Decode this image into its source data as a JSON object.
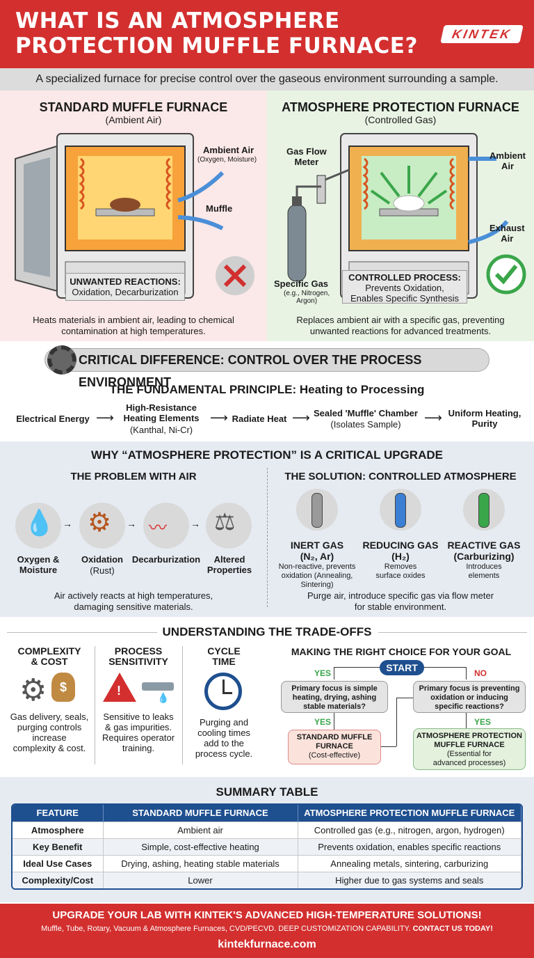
{
  "header": {
    "title_line1": "WHAT IS AN ATMOSPHERE",
    "title_line2": "PROTECTION MUFFLE FURNACE?",
    "logo": "KINTEK"
  },
  "subtitle": "A specialized furnace for precise control over the gaseous environment surrounding a sample.",
  "standard": {
    "title": "STANDARD MUFFLE FURNACE",
    "sub": "(Ambient Air)",
    "ambient_air": "Ambient Air",
    "ambient_air_sub": "(Oxygen, Moisture)",
    "muffle": "Muffle",
    "box_title": "UNWANTED REACTIONS:",
    "box_text": "Oxidation, Decarburization",
    "caption1": "Heats materials in ambient air, leading to chemical",
    "caption2": "contamination at high temperatures."
  },
  "atmosphere": {
    "title": "ATMOSPHERE PROTECTION FURNACE",
    "sub": "(Controlled Gas)",
    "gas_flow_meter": "Gas Flow\nMeter",
    "ambient_air": "Ambient\nAir",
    "exhaust_air": "Exhaust\nAir",
    "specific_gas": "Specific Gas",
    "specific_gas_sub": "(e.g., Nitrogen,\nArgon)",
    "box_title": "CONTROLLED PROCESS:",
    "box_text1": "Prevents Oxidation,",
    "box_text2": "Enables Specific Synthesis",
    "caption1": "Replaces ambient air with a specific gas, preventing",
    "caption2": "unwanted reactions for advanced treatments."
  },
  "critical": "CRITICAL DIFFERENCE: CONTROL OVER THE PROCESS ENVIRONMENT",
  "principle": {
    "title": "THE FUNDAMENTAL PRINCIPLE: Heating to Processing",
    "steps": [
      "Electrical Energy",
      "High-Resistance\nHeating Elements",
      "(Kanthal, Ni-Cr)",
      "Radiate Heat",
      "Sealed 'Muffle' Chamber",
      "(Isolates Sample)",
      "Uniform Heating,\nPurity"
    ]
  },
  "why": {
    "title": "WHY “ATMOSPHERE PROTECTION” IS A CRITICAL UPGRADE",
    "problem_title": "THE PROBLEM WITH AIR",
    "problem_items": [
      "Oxygen &\nMoisture",
      "Oxidation",
      "(Rust)",
      "Decarburization",
      "Altered\nProperties"
    ],
    "problem_caption1": "Air actively reacts at high temperatures,",
    "problem_caption2": "damaging sensitive materials.",
    "solution_title": "THE SOLUTION: CONTROLLED ATMOSPHERE",
    "gases": [
      {
        "name": "INERT GAS",
        "formula": "(N₂, Ar)",
        "desc": "Non-reactive, prevents\noxidation (Annealing,\nSintering)",
        "color": "#9a9a9a"
      },
      {
        "name": "REDUCING GAS",
        "formula": "(H₂)",
        "desc": "Removes\nsurface oxides",
        "color": "#3b7fd4"
      },
      {
        "name": "REACTIVE GAS",
        "formula": "(Carburizing)",
        "desc": "Introduces\nelements",
        "color": "#3aa64a"
      }
    ],
    "solution_caption1": "Purge air, introduce specific gas via flow meter",
    "solution_caption2": "for stable environment."
  },
  "tradeoffs": {
    "title": "UNDERSTANDING THE TRADE-OFFS",
    "cols": [
      {
        "title": "COMPLEXITY\n& COST",
        "text": "Gas delivery, seals,\npurging controls\nincrease\ncomplexity & cost."
      },
      {
        "title": "PROCESS\nSENSITIVITY",
        "text": "Sensitive to leaks\n& gas impurities.\nRequires operator\ntraining."
      },
      {
        "title": "CYCLE\nTIME",
        "text": "Purging and\ncooling times\nadd to the\nprocess cycle."
      }
    ],
    "choice_title": "MAKING THE RIGHT CHOICE FOR YOUR GOAL",
    "start": "START",
    "yes": "YES",
    "no": "NO",
    "q1": "Primary focus is simple\nheating, drying, ashing\nstable materials?",
    "q2": "Primary focus is preventing\noxidation or inducing\nspecific reactions?",
    "a1_title": "STANDARD MUFFLE\nFURNACE",
    "a1_sub": "(Cost-effective)",
    "a2_title": "ATMOSPHERE PROTECTION\nMUFFLE FURNACE",
    "a2_sub": "(Essential for\nadvanced processes)"
  },
  "summary": {
    "title": "SUMMARY TABLE",
    "headers": [
      "FEATURE",
      "STANDARD MUFFLE FURNACE",
      "ATMOSPHERE PROTECTION MUFFLE FURNACE"
    ],
    "rows": [
      [
        "Atmosphere",
        "Ambient air",
        "Controlled gas (e.g., nitrogen, argon, hydrogen)"
      ],
      [
        "Key Benefit",
        "Simple, cost-effective heating",
        "Prevents oxidation, enables specific reactions"
      ],
      [
        "Ideal Use Cases",
        "Drying, ashing, heating stable materials",
        "Annealing metals, sintering, carburizing"
      ],
      [
        "Complexity/Cost",
        "Lower",
        "Higher due to gas systems and seals"
      ]
    ]
  },
  "footer": {
    "line1": "UPGRADE YOUR LAB WITH KINTEK'S ADVANCED HIGH-TEMPERATURE SOLUTIONS!",
    "line2": "Muffle, Tube, Rotary, Vacuum & Atmosphere Furnaces, CVD/PECVD. DEEP CUSTOMIZATION CAPABILITY.",
    "cta": "CONTACT US TODAY!",
    "url": "kintekfurnace.com"
  }
}
